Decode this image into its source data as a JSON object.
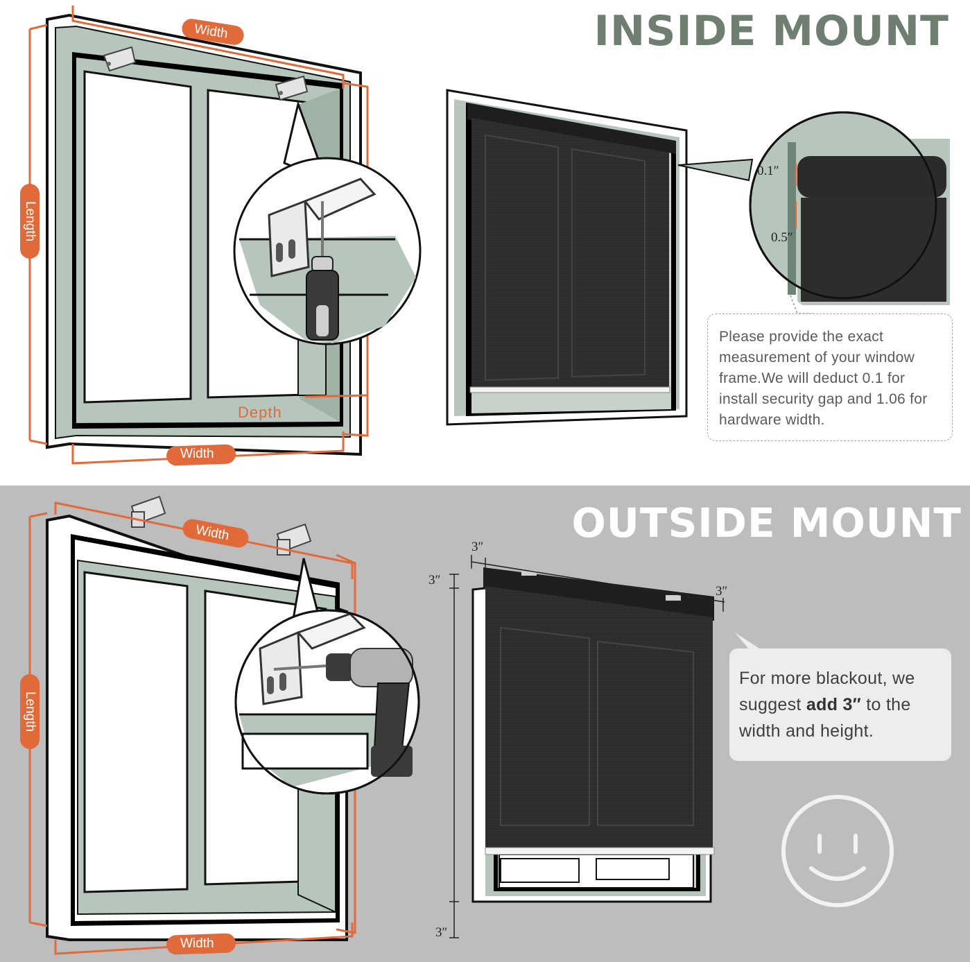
{
  "inside": {
    "title": "INSIDE MOUNT",
    "labels": {
      "width_top": "Width",
      "width_bottom": "Width",
      "length": "Length",
      "depth": "Depth"
    },
    "detail": {
      "gap_top": "0.1″",
      "gap_bottom": "0.5″"
    },
    "note": "Please provide the exact measurement of your window frame.We will deduct 0.1 for install security gap and 1.06 for hardware width."
  },
  "outside": {
    "title": "OUTSIDE MOUNT",
    "labels": {
      "width_top": "Width",
      "width_bottom": "Width",
      "length": "Length"
    },
    "dims": {
      "top_left": "3″",
      "top_right": "3″",
      "left_top": "3″",
      "left_bottom": "3″"
    },
    "note": {
      "before": "For more blackout, we suggest ",
      "emphasis": "add 3″",
      "after": " to the width and height."
    }
  },
  "colors": {
    "accent_orange": "#e06a3a",
    "frame_green": "#b6c6bc",
    "shade_dark": "#2d2d2d",
    "title_inside": "#6e7e70",
    "bottom_background": "#bdbdbd"
  },
  "icons": [
    "mounting-bracket-icon",
    "screwdriver-icon",
    "drill-icon",
    "smiley-face-icon"
  ]
}
